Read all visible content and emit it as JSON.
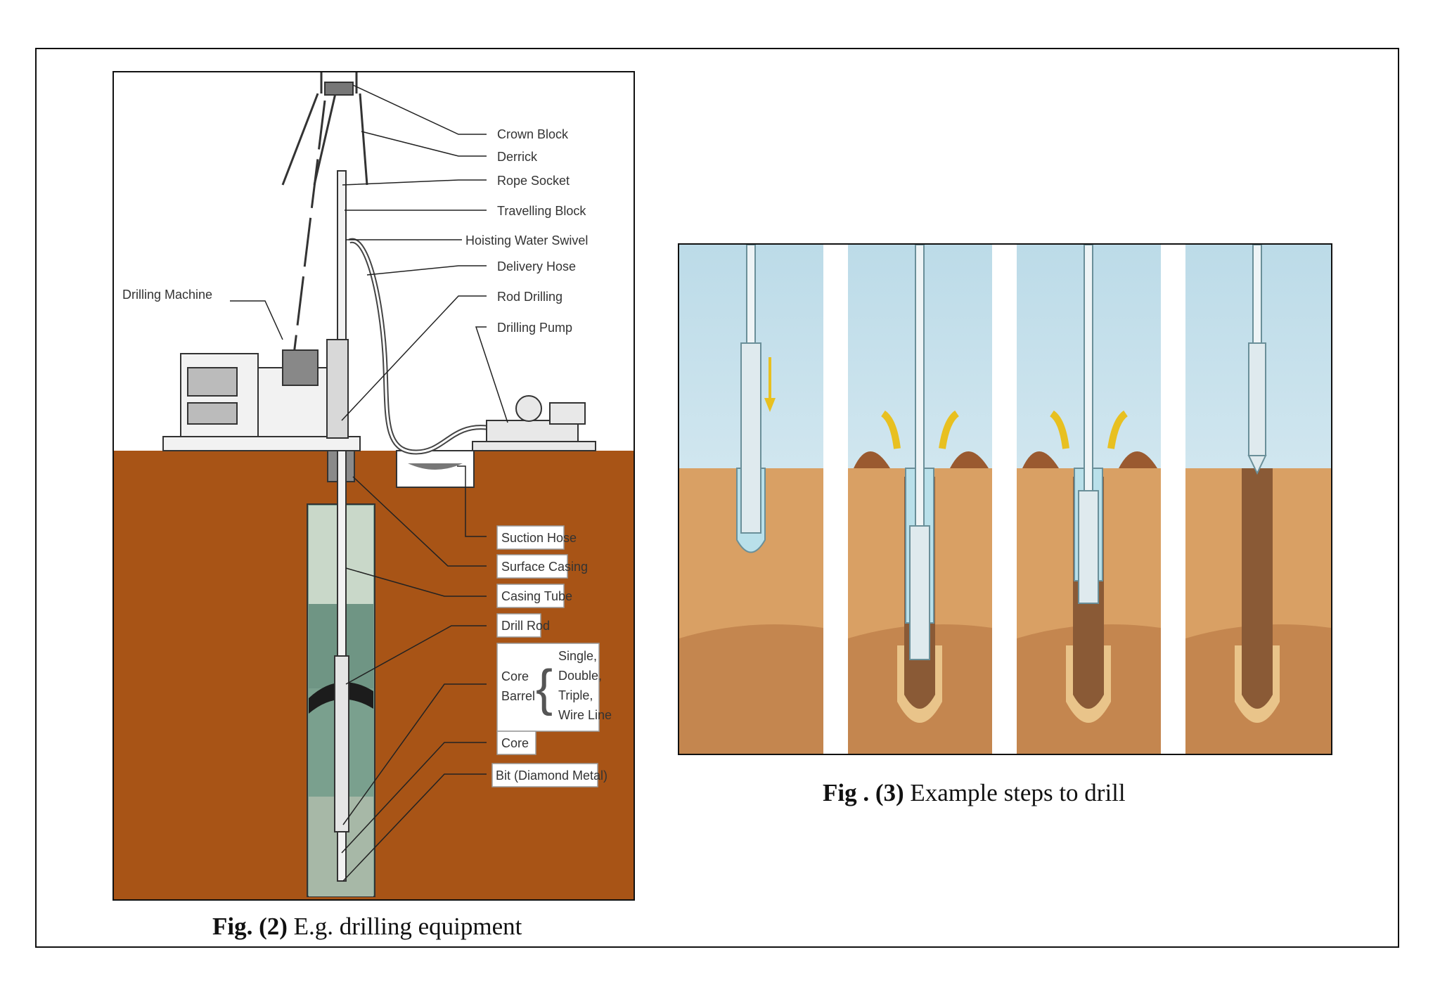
{
  "fig2": {
    "labels": {
      "crown_block": "Crown Block",
      "derrick": "Derrick",
      "rope_socket": "Rope Socket",
      "travelling_block": "Travelling Block",
      "hoisting_water_swivel": "Hoisting Water Swivel",
      "delivery_hose": "Delivery Hose",
      "rod_drilling": "Rod Drilling",
      "drilling_pump": "Drilling Pump",
      "drilling_machine": "Drilling Machine",
      "suction_hose": "Suction Hose",
      "surface_casing": "Surface Casing",
      "casing_tube": "Casing Tube",
      "drill_rod": "Drill Rod",
      "core_barrel_1": "Core",
      "core_barrel_2": "Barrel",
      "barrel_type_1": "Single,",
      "barrel_type_2": "Double,",
      "barrel_type_3": "Triple,",
      "barrel_type_4": "Wire Line",
      "core": "Core",
      "bit": "Bit (Diamond Metal)"
    },
    "caption": {
      "prefix": "Fig. (2)",
      "text": " E.g. drilling  equipment"
    }
  },
  "fig3": {
    "caption": {
      "prefix": "Fig . (3)",
      "text": " Example  steps to drill"
    }
  },
  "colors": {
    "soil": "#a85416",
    "soil_light": "#d9a064",
    "soil_dark": "#b97a48",
    "core_fill": "#8a5a36",
    "arrow": "#e8c020",
    "sky": "#d8ecf4"
  }
}
